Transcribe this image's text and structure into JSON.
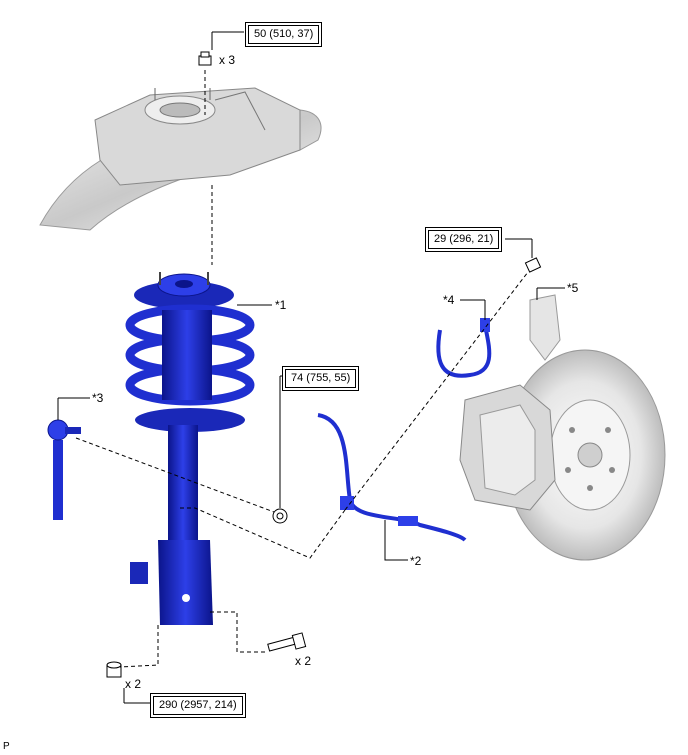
{
  "torque_specs": {
    "top_nut": "50 (510, 37)",
    "stab_link_nut": "74 (755, 55)",
    "speed_sensor_bolt": "29 (296, 21)",
    "lower_bolt": "290 (2957, 214)"
  },
  "quantities": {
    "top_nut": "x 3",
    "lower_bolt": "x 2",
    "lower_nut": "x 2"
  },
  "callouts": {
    "c1": "*1",
    "c2": "*2",
    "c3": "*3",
    "c4": "*4",
    "c5": "*5"
  },
  "corner_label": "P",
  "colors": {
    "part_blue": "#1f2fd0",
    "part_dark": "#0b148a",
    "body_gray": "#cfcfcf",
    "line": "#000000"
  }
}
